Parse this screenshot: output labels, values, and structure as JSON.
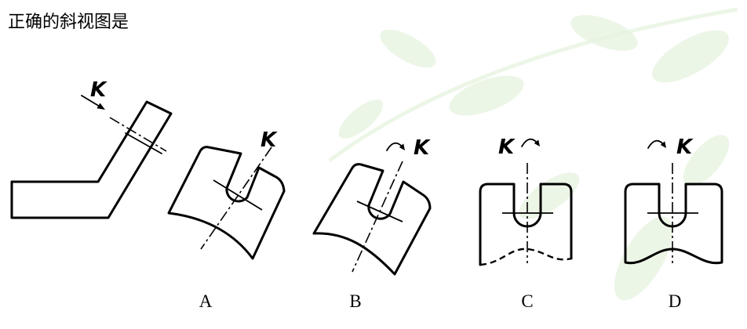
{
  "question": {
    "text": "正确的斜视图是"
  },
  "main_view": {
    "direction_label": "K"
  },
  "options": [
    {
      "letter": "A",
      "direction_label": "K"
    },
    {
      "letter": "B",
      "direction_label": "K"
    },
    {
      "letter": "C",
      "direction_label": "K"
    },
    {
      "letter": "D",
      "direction_label": "K"
    }
  ],
  "colors": {
    "ink": "#000000",
    "background": "#ffffff",
    "watermark": "#e6f3df"
  },
  "icons": {
    "view_direction": "view-direction-arrow-icon",
    "rotation": "rotation-arrow-icon"
  }
}
